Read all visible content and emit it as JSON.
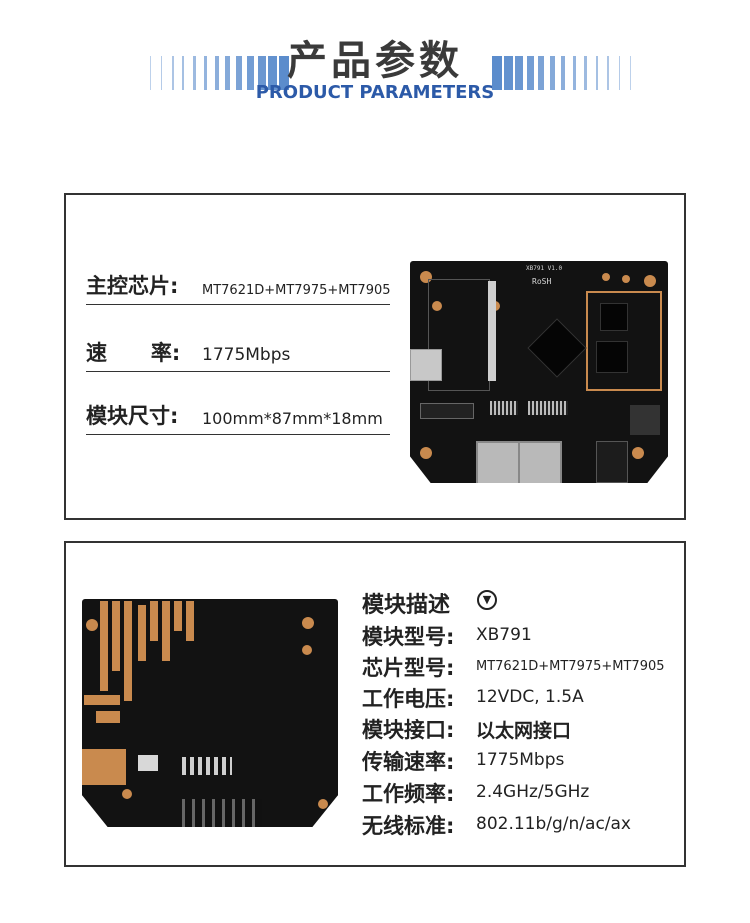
{
  "header": {
    "title_cn": "产品参数",
    "title_en": "PRODUCT PARAMETERS"
  },
  "params": [
    {
      "label": "主控芯片:",
      "value": "MT7621D+MT7975+MT7905"
    },
    {
      "label": "速      率:",
      "value": "1775Mbps"
    },
    {
      "label": "模块尺寸:",
      "value": "100mm*87mm*18mm"
    }
  ],
  "board_top": {
    "silk_brand": "RoSH",
    "silk_model": "XB791  V1.0"
  },
  "specs": {
    "title": "模块描述",
    "items": [
      {
        "label": "模块型号:",
        "value": "XB791"
      },
      {
        "label": "芯片型号:",
        "value": "MT7621D+MT7975+MT7905"
      },
      {
        "label": "工作电压:",
        "value": "12VDC, 1.5A"
      },
      {
        "label": "模块接口:",
        "value": "以太网接口"
      },
      {
        "label": "传输速率:",
        "value": "1775Mbps"
      },
      {
        "label": "工作频率:",
        "value": "2.4GHz/5GHz"
      },
      {
        "label": "无线标准:",
        "value": "802.11b/g/n/ac/ax"
      }
    ]
  },
  "colors": {
    "accent_blue": "#2c5aa8",
    "stripe_blue": "#5b8ccc",
    "copper": "#c98a4e",
    "pcb": "#121212"
  }
}
